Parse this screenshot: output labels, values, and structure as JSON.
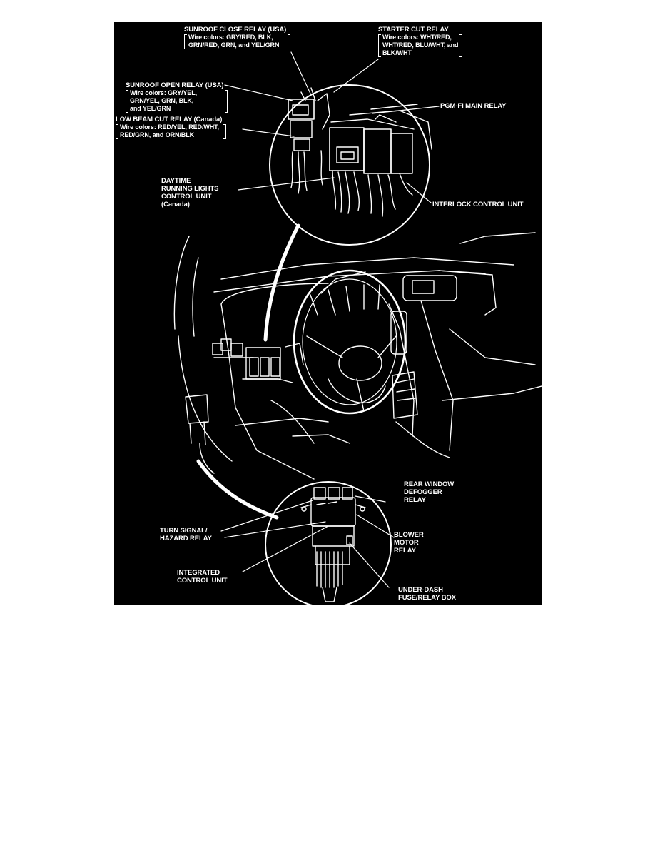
{
  "labels": {
    "sunroof_close": {
      "title": "SUNROOF CLOSE RELAY (USA)",
      "wire": [
        "Wire colors: GRY/RED, BLK,",
        "GRN/RED, GRN, and YEL/GRN"
      ]
    },
    "starter_cut": {
      "title": "STARTER CUT RELAY",
      "wire": [
        "Wire colors: WHT/RED,",
        "WHT/RED, BLU/WHT, and",
        "BLK/WHT"
      ]
    },
    "sunroof_open": {
      "title": "SUNROOF OPEN RELAY (USA)",
      "wire": [
        "Wire colors: GRY/YEL,",
        "GRN/YEL, GRN, BLK,",
        "and YEL/GRN"
      ]
    },
    "low_beam_cut": {
      "title": "LOW BEAM CUT RELAY (Canada)",
      "wire": [
        "Wire colors: RED/YEL, RED/WHT,",
        "RED/GRN, and ORN/BLK"
      ]
    },
    "pgm_fi_main": {
      "lines": [
        "PGM-FI MAIN RELAY"
      ]
    },
    "daytime_running": {
      "lines": [
        "DAYTIME",
        "RUNNING LIGHTS",
        "CONTROL UNIT",
        "(Canada)"
      ]
    },
    "interlock": {
      "lines": [
        "INTERLOCK CONTROL UNIT"
      ]
    },
    "rear_window": {
      "lines": [
        "REAR WINDOW",
        "DEFOGGER",
        "RELAY"
      ]
    },
    "turn_signal": {
      "lines": [
        "TURN SIGNAL/",
        "HAZARD RELAY"
      ]
    },
    "blower_motor": {
      "lines": [
        "BLOWER",
        "MOTOR",
        "RELAY"
      ]
    },
    "integrated": {
      "lines": [
        "INTEGRATED",
        "CONTROL UNIT"
      ]
    },
    "under_dash": {
      "lines": [
        "UNDER-DASH",
        "FUSE/RELAY BOX"
      ]
    }
  },
  "colors": {
    "background": "#000000",
    "ink": "#ffffff",
    "page": "#ffffff"
  }
}
